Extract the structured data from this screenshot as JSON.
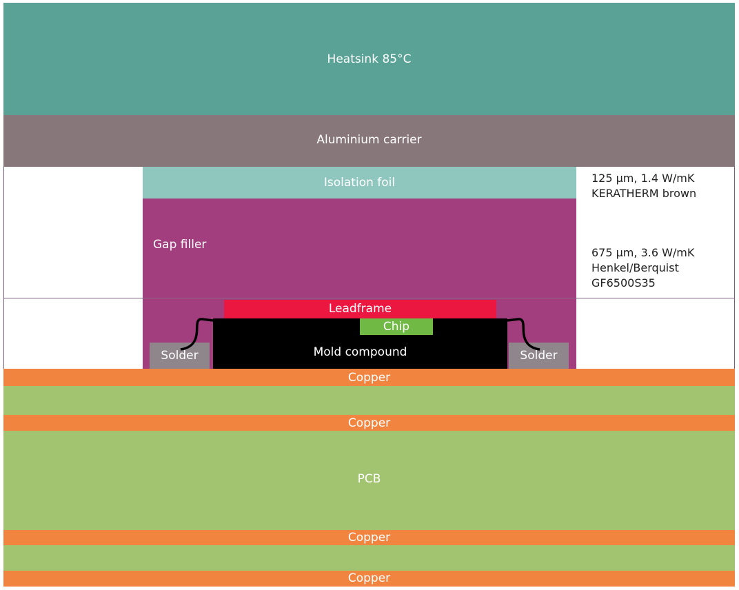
{
  "colors": {
    "heatsink": "#5aa295",
    "aluminium": "#87777b",
    "isolation": "#8fc7bf",
    "gap_filler": "#a23d7e",
    "leadframe": "#ec1740",
    "chip": "#6fb944",
    "mold": "#000000",
    "solder": "#8e868b",
    "copper": "#f18540",
    "pcb": "#a2c470"
  },
  "layers": {
    "heatsink": "Heatsink 85°C",
    "aluminium": "Aluminium carrier",
    "isolation": "Isolation foil",
    "gap_filler": "Gap filler",
    "leadframe": "Leadframe",
    "chip": "Chip",
    "mold": "Mold compound",
    "solder_left": "Solder",
    "solder_right": "Solder",
    "copper_1": "Copper",
    "copper_2": "Copper",
    "pcb": "PCB",
    "copper_3": "Copper",
    "copper_4": "Copper"
  },
  "notes": {
    "isolation_line1": "125 µm, 1.4 W/mK",
    "isolation_line2": "KERATHERM brown",
    "gap_line1": "675 µm, 3.6 W/mK",
    "gap_line2": "Henkel/Berquist",
    "gap_line3": "GF6500S35"
  }
}
